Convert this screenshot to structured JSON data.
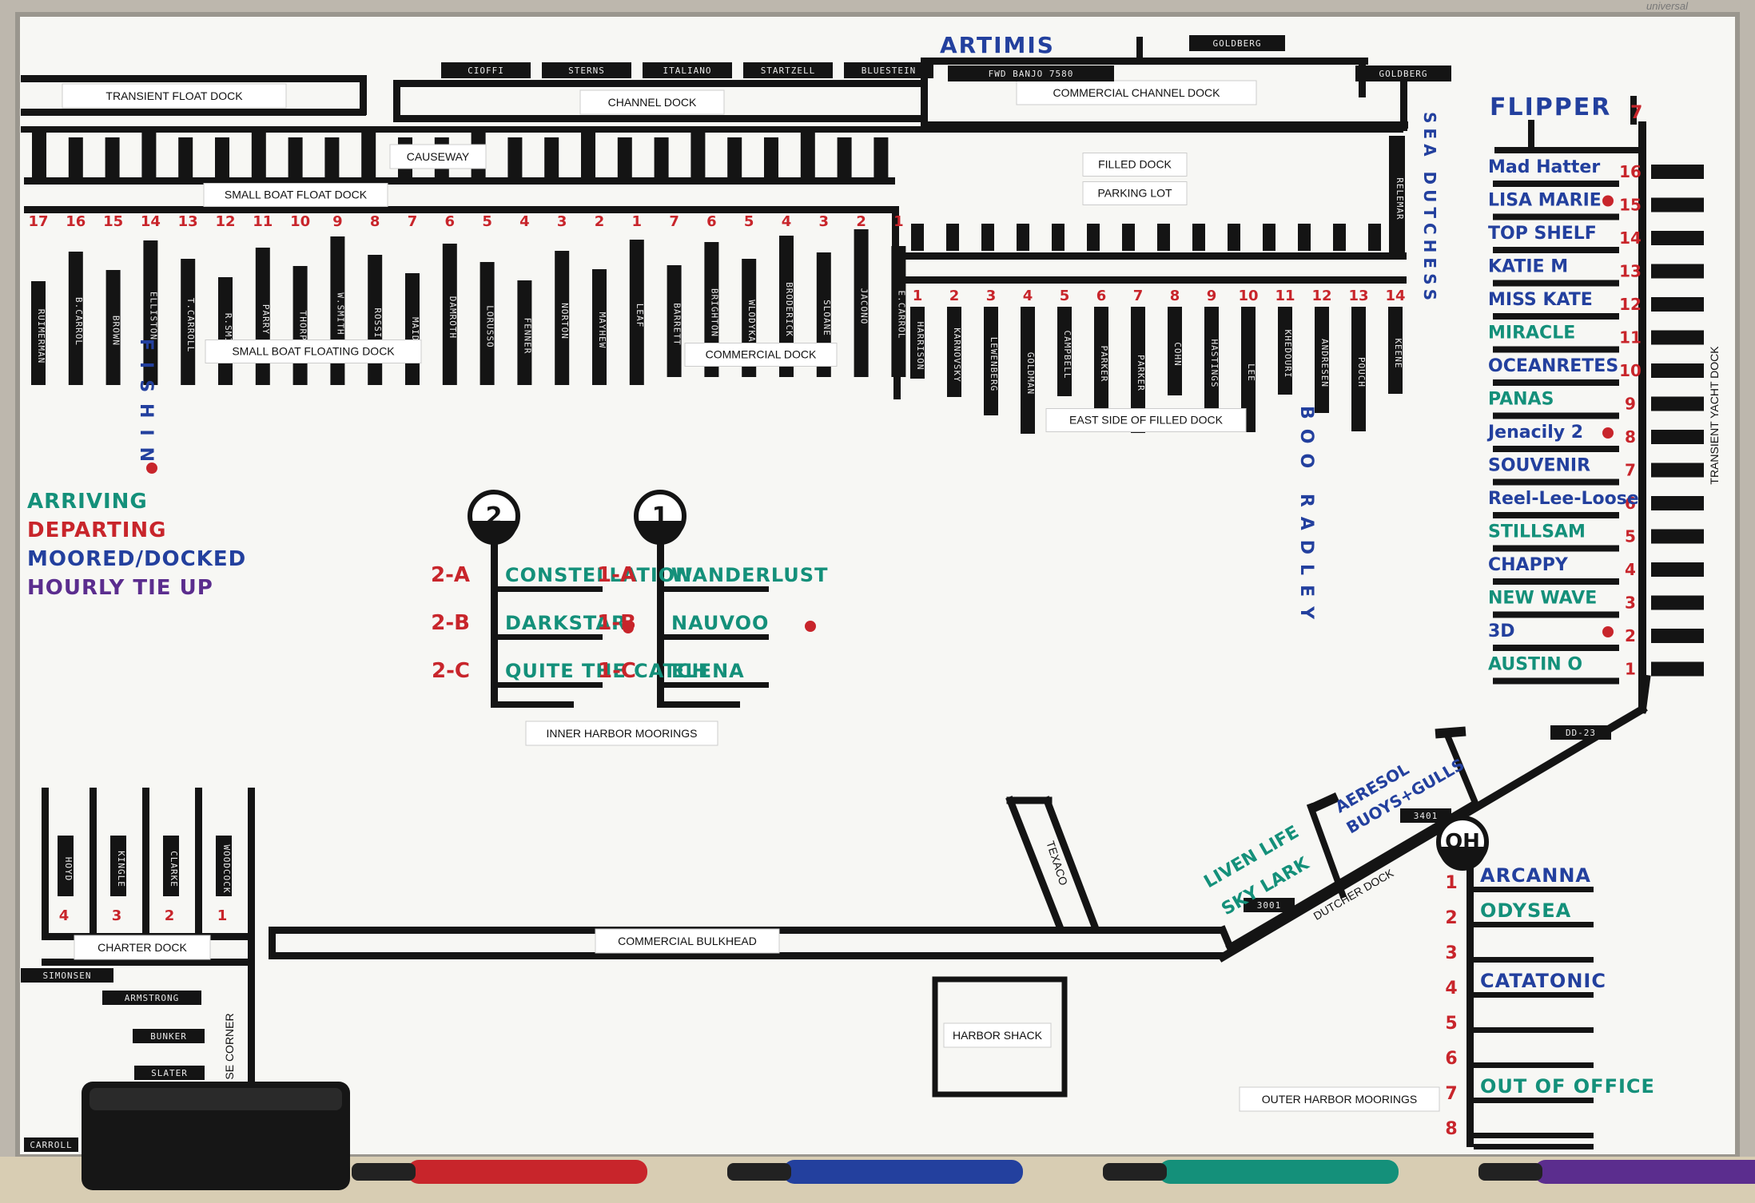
{
  "brand": "universal",
  "colors": {
    "board": "#f7f7f4",
    "tape": "#141414",
    "red": "#c8252b",
    "blue": "#23409e",
    "green": "#14907a",
    "purple": "#5b2d8e"
  },
  "legend": [
    {
      "text": "ARRIVING",
      "color": "green"
    },
    {
      "text": "DEPARTING",
      "color": "red"
    },
    {
      "text": "MOORED/DOCKED",
      "color": "blue"
    },
    {
      "text": "HOURLY TIE UP",
      "color": "purple"
    }
  ],
  "labels": {
    "transient_float_dock": "TRANSIENT FLOAT DOCK",
    "channel_dock": "CHANNEL DOCK",
    "commercial_channel_dock": "COMMERCIAL CHANNEL DOCK",
    "causeway": "CAUSEWAY",
    "small_boat_dock": "SMALL BOAT FLOAT DOCK",
    "small_boat_floating_dock": "SMALL BOAT FLOATING DOCK",
    "commercial_dock": "COMMERCIAL DOCK",
    "filled_dock": "FILLED DOCK",
    "parking_lot": "PARKING LOT",
    "east_side_filled_dock": "EAST SIDE OF FILLED DOCK",
    "transient_yacht_dock": "TRANSIENT YACHT DOCK",
    "inner_harbor_moorings": "INNER HARBOR MOORINGS",
    "charter_dock": "CHARTER DOCK",
    "commercial_bulkhead": "COMMERCIAL BULKHEAD",
    "texaco": "TEXACO",
    "dutcher_dock": "DUTCHER DOCK",
    "harbor_shack": "HARBOR SHACK",
    "outer_harbor_moorings": "OUTER HARBOR MOORINGS",
    "se_corner": "SE CORNER"
  },
  "tapes": {
    "channel_dock": [
      "CIOFFI",
      "STERNS",
      "ITALIANO",
      "STARTZELL",
      "BLUESTEIN"
    ],
    "commercial_channel": [
      "FWD BANJO 7580"
    ],
    "goldberg_1": "GOLDBERG",
    "goldberg_2": "GOLDBERG",
    "sea_dog": "RELEMAR",
    "dd": "DD-23",
    "charter": [
      "SIMONSEN",
      "ARMSTRONG",
      "BUNKER",
      "SLATER",
      "CARROLL"
    ],
    "charter_slips": [
      "HOYD",
      "KINGLE",
      "CLARKE",
      "WOODCOCK"
    ],
    "dutcher_tags": [
      "3001",
      "3401"
    ]
  },
  "handwritten": {
    "artimis": "ARTIMIS",
    "flipper": "FLIPPER",
    "flipper_num": "7",
    "sea_dutchess": "SEA DUTCHESS",
    "fishin": "FISHIN",
    "boo_radio": "BOO RADLEY",
    "living_life": "LIVEN LIFE",
    "sky_lark": "SKY LARK",
    "aerosol": "AERESOL",
    "buoys": "BUOYS+GULLS"
  },
  "small_boat_slips": [
    {
      "num": "17",
      "name": "RUIMERMAN"
    },
    {
      "num": "16",
      "name": "B.CARROL"
    },
    {
      "num": "15",
      "name": "BROWN"
    },
    {
      "num": "14",
      "name": "ELLISTON"
    },
    {
      "num": "13",
      "name": "T.CARROLL"
    },
    {
      "num": "12",
      "name": "R.SMITH"
    },
    {
      "num": "11",
      "name": "PARRY"
    },
    {
      "num": "10",
      "name": "THORPE"
    },
    {
      "num": "9",
      "name": "W.SMITH"
    },
    {
      "num": "8",
      "name": "ROSSI"
    },
    {
      "num": "7",
      "name": "MAIDA"
    },
    {
      "num": "6",
      "name": "DAMROTH"
    },
    {
      "num": "5",
      "name": "LORUSSO"
    },
    {
      "num": "4",
      "name": "FENNER"
    },
    {
      "num": "3",
      "name": "NORTON"
    },
    {
      "num": "2",
      "name": "MAYHEW"
    },
    {
      "num": "1",
      "name": "LEAF"
    }
  ],
  "commercial_slips": [
    {
      "num": "7",
      "name": "BARRETT"
    },
    {
      "num": "6",
      "name": "BRIGHTON"
    },
    {
      "num": "5",
      "name": "WLODYKA"
    },
    {
      "num": "4",
      "name": "BRODERICK"
    },
    {
      "num": "3",
      "name": "SLOANE"
    },
    {
      "num": "2",
      "name": "JACONO"
    },
    {
      "num": "1",
      "name": "E.CARROL"
    }
  ],
  "east_slips": [
    {
      "num": "1",
      "name": "HARRISON"
    },
    {
      "num": "2",
      "name": "KARNOVSKY"
    },
    {
      "num": "3",
      "name": "LEWENBERG"
    },
    {
      "num": "4",
      "name": "GOLDMAN"
    },
    {
      "num": "5",
      "name": "CAMPBELL"
    },
    {
      "num": "6",
      "name": "PARKER"
    },
    {
      "num": "7",
      "name": "PARKER"
    },
    {
      "num": "8",
      "name": "COHN"
    },
    {
      "num": "9",
      "name": "HASTINGS"
    },
    {
      "num": "10",
      "name": "LEE"
    },
    {
      "num": "11",
      "name": "KHEDOURI"
    },
    {
      "num": "12",
      "name": "ANDRESEN"
    },
    {
      "num": "13",
      "name": "POUCH"
    },
    {
      "num": "14",
      "name": "KEENE"
    }
  ],
  "yacht_dock": [
    {
      "num": "16",
      "name": "Mad Hatter",
      "color": "blue"
    },
    {
      "num": "15",
      "name": "LISA MARIE",
      "color": "blue"
    },
    {
      "num": "14",
      "name": "TOP SHELF",
      "color": "blue"
    },
    {
      "num": "13",
      "name": "KATIE M",
      "color": "blue"
    },
    {
      "num": "12",
      "name": "MISS KATE",
      "color": "blue"
    },
    {
      "num": "11",
      "name": "MIRACLE",
      "color": "green"
    },
    {
      "num": "10",
      "name": "OCEANRETES",
      "color": "blue"
    },
    {
      "num": "9",
      "name": "PANAS",
      "color": "green"
    },
    {
      "num": "8",
      "name": "Jenacily 2",
      "color": "blue"
    },
    {
      "num": "7",
      "name": "SOUVENIR",
      "color": "blue"
    },
    {
      "num": "6",
      "name": "Reel-Lee-Loose",
      "color": "blue"
    },
    {
      "num": "5",
      "name": "STILLSAM",
      "color": "green"
    },
    {
      "num": "4",
      "name": "CHAPPY",
      "color": "blue"
    },
    {
      "num": "3",
      "name": "NEW WAVE",
      "color": "green"
    },
    {
      "num": "2",
      "name": "3D",
      "color": "blue"
    },
    {
      "num": "1",
      "name": "AUSTIN O",
      "color": "green"
    }
  ],
  "mooring_2": {
    "marker": "2",
    "rows": [
      {
        "id": "2-A",
        "name": "CONSTELLATION",
        "color": "green"
      },
      {
        "id": "2-B",
        "name": "DARKSTAR",
        "color": "green"
      },
      {
        "id": "2-C",
        "name": "QUITE THE CATCH",
        "color": "green"
      }
    ]
  },
  "mooring_1": {
    "marker": "1",
    "rows": [
      {
        "id": "1-A",
        "name": "WANDERLUST",
        "color": "green"
      },
      {
        "id": "1-B",
        "name": "NAUVOO",
        "color": "green"
      },
      {
        "id": "1-C",
        "name": "ELENA",
        "color": "green"
      }
    ]
  },
  "outer_harbor": {
    "marker": "OH",
    "rows": [
      {
        "num": "1",
        "name": "ARCANNA",
        "color": "blue"
      },
      {
        "num": "2",
        "name": "ODYSEA",
        "color": "green"
      },
      {
        "num": "3",
        "name": "",
        "color": "blue"
      },
      {
        "num": "4",
        "name": "CATATONIC",
        "color": "blue"
      },
      {
        "num": "5",
        "name": "",
        "color": "blue"
      },
      {
        "num": "6",
        "name": "",
        "color": "blue"
      },
      {
        "num": "7",
        "name": "OUT OF OFFICE",
        "color": "green"
      },
      {
        "num": "8",
        "name": "",
        "color": "blue"
      }
    ]
  },
  "markers": [
    {
      "color": "red"
    },
    {
      "color": "blue"
    },
    {
      "color": "green"
    },
    {
      "color": "purple"
    }
  ]
}
